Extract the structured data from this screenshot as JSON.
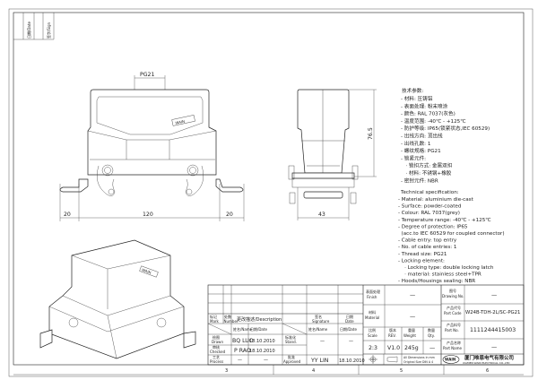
{
  "margin_table": {
    "col1": "日期/Date",
    "col2": "签字/Sign"
  },
  "views": {
    "front": {
      "thread_label": "PG21",
      "logo": "WAIN",
      "dims": [
        "20",
        "120",
        "20"
      ]
    },
    "side": {
      "height_dim": "76.5",
      "width_dim": "43"
    },
    "iso": {
      "logo": "WAIN"
    }
  },
  "spec_cn": {
    "title": "技术参数:",
    "lines": [
      "- 材料: 压铸铝",
      "- 表面处理: 粉末喷涂",
      "- 颜色: RAL 7037(灰色)",
      "- 温度范围: -40℃ - +125℃",
      "- 防护等级: IP65(锁紧状态,IEC 60529)",
      "- 出线方向: 顶出线",
      "- 出线孔数: 1",
      "- 螺纹规格: PG21",
      "- 锁紧元件:",
      "   · 锁扣方式: 金属双扣",
      "   · 材料: 不锈钢+橡胶",
      "- 密封元件: NBR"
    ]
  },
  "spec_en": {
    "title": "Technical specification:",
    "lines": [
      "- Material: aluminium die-cast",
      "- Surface: powder-coated",
      "- Colour: RAL 7037(grey)",
      "- Temperature range: -40℃ - +125℃",
      "- Degree of protection: IP65",
      "  (acc.to IEC 60529 for coupled connector)",
      "- Cable entry: top entry",
      "- No. of cable entries: 1",
      "- Thread size: PG21",
      "- Locking element:",
      "    · Locking type: double locking latch",
      "    · material: stainless steel+TPR",
      "- Hoods/Housings sealing: NBR"
    ]
  },
  "title_block": {
    "mark": "标记\nMark",
    "mark_cn": "标记",
    "mark_en": "Mark",
    "number_cn": "处数",
    "number_en": "Number",
    "description": "更改描述/Description",
    "signature_cn": "签名",
    "signature_en": "Signature",
    "date_cn": "日期",
    "date_en": "Date",
    "name_date_name": "姓名/Name",
    "name_date_date": "日期/Date",
    "drawn_cn": "绘图",
    "drawn_en": "Drawn",
    "drawn_name": "BQ LUO",
    "drawn_date": "18.10.2010",
    "checked_cn": "审核",
    "checked_en": "Checked",
    "checked_name": "P RAO",
    "checked_date": "18.10.2010",
    "process_cn": "工艺",
    "process_en": "Process",
    "process_name": "—",
    "process_date": "—",
    "stand_cn": "标准化",
    "stand_en": "Stand.",
    "stand_name": "—",
    "stand_date": "—",
    "approved_cn": "批准",
    "approved_en": "Approved",
    "approved_name": "YY LIN",
    "approved_date": "18.10.2010",
    "finish_cn": "表面处理",
    "finish_en": "Finish",
    "finish_value": "—",
    "material_cn": "材料",
    "material_en": "Material",
    "material_value": "—",
    "scale_cn": "比例",
    "scale_en": "Scale",
    "scale_value": "2:3",
    "rev_cn": "版本",
    "rev_en": "REV.",
    "rev_value": "V1.0",
    "weight_cn": "重量",
    "weight_en": "Weight",
    "weight_value": "245g",
    "qty_cn": "数量",
    "qty_en": "Qty.",
    "qty_value": "—",
    "drawing_no_cn": "图号",
    "drawing_no_en": "Drawing No.",
    "drawing_no_value": "—",
    "part_code_cn": "产品代号",
    "part_code_en": "Part Code",
    "part_code_value": "W24B-TDH-2L/SC-PG21",
    "part_no_cn": "产品料号",
    "part_no_en": "Part No.",
    "part_no_value": "1111244415003",
    "part_name_cn": "产品名称",
    "part_name_en": "Part Name",
    "part_name_value": "—",
    "dims_note_1": "All Dimensions in mm",
    "dims_note_2": "Original Size DIN A 4",
    "company_logo": "WAIN",
    "company_cn": "厦门唯恩电气有限公司",
    "company_en": "XIAMEN WAIN ELECTRICAL CO.,LTD"
  },
  "zone_numbers": [
    "3",
    "4",
    "5",
    "6"
  ]
}
